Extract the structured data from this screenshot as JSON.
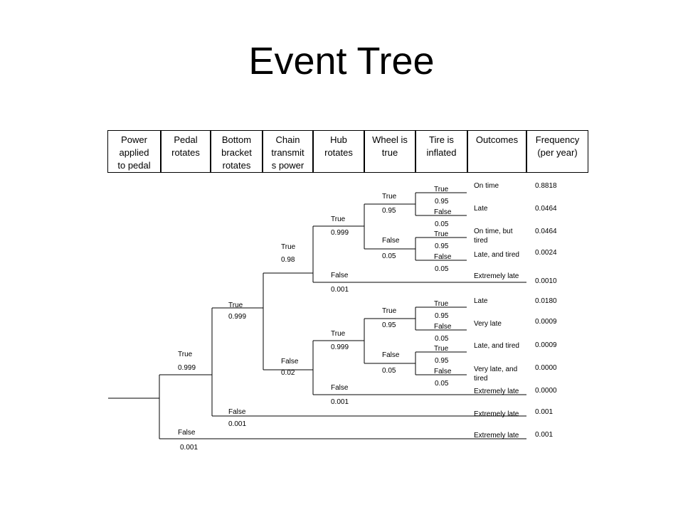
{
  "title": "Event Tree",
  "headers": [
    "Power applied to pedal",
    "Pedal rotates",
    "Bottom bracket rotates",
    "Chain transmit s power",
    "Hub rotates",
    "Wheel is true",
    "Tire is inflated",
    "Outcomes",
    "Frequency (per year)"
  ],
  "header_lines": [
    [
      "Power",
      "applied",
      "to pedal"
    ],
    [
      "Pedal",
      "rotates"
    ],
    [
      "Bottom",
      "bracket",
      "rotates"
    ],
    [
      "Chain",
      "transmit",
      "s power"
    ],
    [
      "Hub",
      "rotates"
    ],
    [
      "Wheel is",
      "true"
    ],
    [
      "Tire is",
      "inflated"
    ],
    [
      "Outcomes"
    ],
    [
      "Frequency",
      "(per year)"
    ]
  ],
  "branch_labels": {
    "true": "True",
    "false": "False"
  },
  "probabilities": {
    "p_0999": "0.999",
    "p_0001": "0.001",
    "p_098": "0.98",
    "p_002": "0.02",
    "p_095": "0.95",
    "p_005": "0.05"
  },
  "outcomes": [
    "On time",
    "Late",
    "On time, but tired",
    "Late, and tired",
    "Extremely late",
    "Late",
    "Very late",
    "Late, and tired",
    "Very late, and tired",
    "Extremely late",
    "Extremely late",
    "Extremely late"
  ],
  "frequencies": [
    "0.8818",
    "0.0464",
    "0.0464",
    "0.0024",
    "0.0010",
    "0.0180",
    "0.0009",
    "0.0009",
    "0.0000",
    "0.0000",
    "0.001",
    "0.001"
  ]
}
